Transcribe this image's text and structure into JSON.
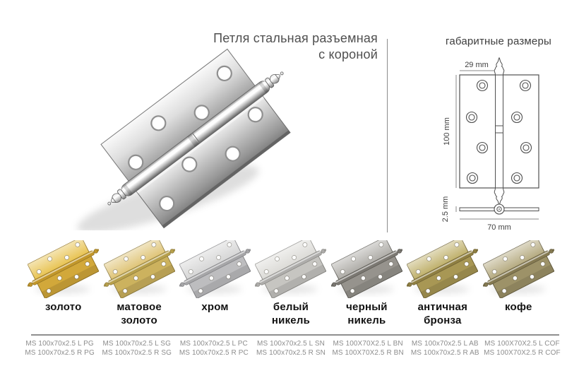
{
  "header": {
    "title_line1": "Петля стальная разъемная",
    "title_line2": "с короной"
  },
  "dimensions": {
    "section_title": "габаритные размеры",
    "pin_offset": "29 mm",
    "height": "100 mm",
    "thickness": "2.5 mm",
    "width": "70 mm"
  },
  "variants": [
    {
      "name": "золото",
      "finish_hex": "#e8c352",
      "colors": "--leaf:#e8c352;--leaf2:#d2a83a;--pin:#c2972b;--edge:#8f7020"
    },
    {
      "name": "матовое золото",
      "finish_hex": "#dfc477",
      "colors": "--leaf:#dfc477;--leaf2:#ccb25e;--pin:#b7a04c;--edge:#8a783a"
    },
    {
      "name": "хром",
      "finish_hex": "#d6d6d6",
      "colors": "--leaf:#d6d6d6;--leaf2:#bdbdbf;--pin:#a6a6a8;--edge:#7e7e81"
    },
    {
      "name": "белый никель",
      "finish_hex": "#dcdbd7",
      "colors": "--leaf:#dcdbd7;--leaf2:#c6c5c1;--pin:#aeadab;--edge:#868581"
    },
    {
      "name": "черный никель",
      "finish_hex": "#aeaca7",
      "colors": "--leaf:#aeaca7;--leaf2:#96938d;--pin:#7b7872;--edge:#57554f"
    },
    {
      "name": "античная бронза",
      "finish_hex": "#bfb06b",
      "colors": "--leaf:#bfb06b;--leaf2:#a89754;--pin:#8f7f42;--edge:#6b5e30"
    },
    {
      "name": "кофе",
      "finish_hex": "#b5aa80",
      "colors": "--leaf:#b5aa80;--leaf2:#9d9268;--pin:#857a52;--edge:#5f573a"
    }
  ],
  "codes": [
    {
      "line1": "MS 100x70x2.5 L PG",
      "line2": "MS 100x70x2.5 R PG"
    },
    {
      "line1": "MS 100x70x2.5 L SG",
      "line2": "MS 100x70x2.5 R SG"
    },
    {
      "line1": "MS 100x70x2.5 L PC",
      "line2": "MS 100x70x2.5 R PC"
    },
    {
      "line1": "MS 100x70x2.5 L SN",
      "line2": "MS 100x70x2.5 R SN"
    },
    {
      "line1": "MS 100X70X2.5 L BN",
      "line2": "MS 100X70X2.5 R BN"
    },
    {
      "line1": "MS 100x70x2.5 L AB",
      "line2": "MS 100x70x2.5 R AB"
    },
    {
      "line1": "MS 100X70X2.5 L COF",
      "line2": "MS 100X70X2.5 R COF"
    }
  ]
}
